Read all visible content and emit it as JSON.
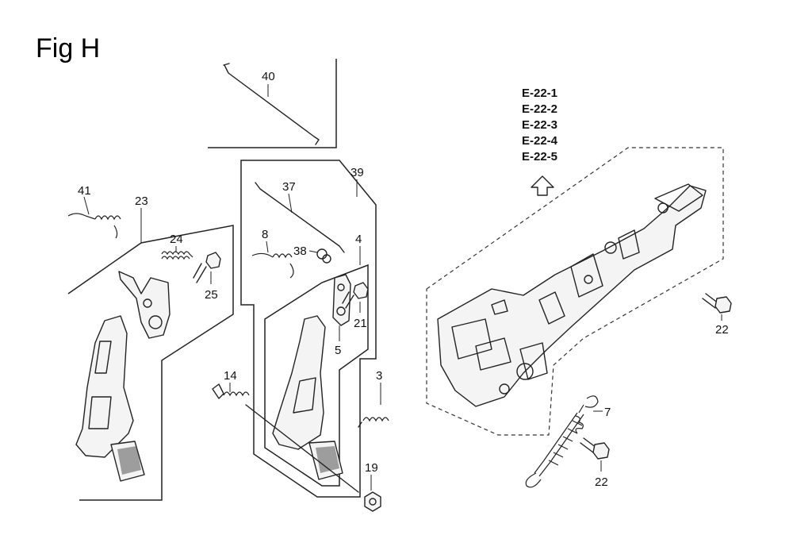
{
  "figure": {
    "title": "Fig H"
  },
  "references": [
    "E-22-1",
    "E-22-2",
    "E-22-3",
    "E-22-4",
    "E-22-5"
  ],
  "callouts": {
    "c40": "40",
    "c39": "39",
    "c37": "37",
    "c41": "41",
    "c23": "23",
    "c24": "24",
    "c25": "25",
    "c8": "8",
    "c38": "38",
    "c4": "4",
    "c21": "21",
    "c5": "5",
    "c14": "14",
    "c3": "3",
    "c19": "19",
    "c22a": "22",
    "c7": "7",
    "c22b": "22"
  }
}
